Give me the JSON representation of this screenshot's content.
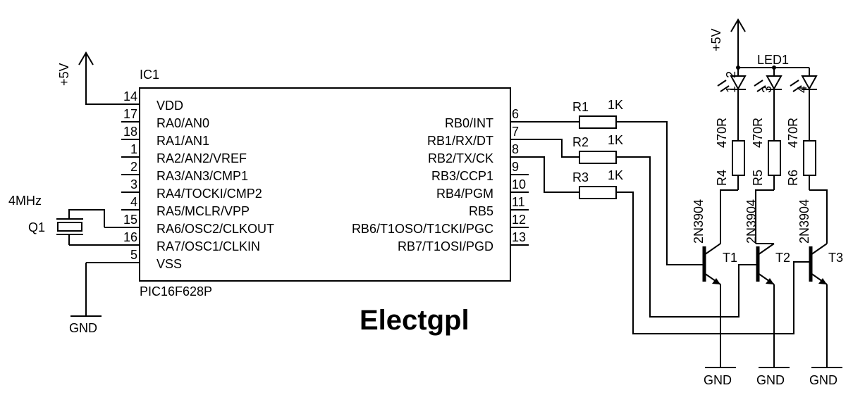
{
  "ic": {
    "ref": "IC1",
    "part": "PIC16F628P",
    "left_pins": [
      {
        "num": "14",
        "name": "VDD"
      },
      {
        "num": "17",
        "name": "RA0/AN0"
      },
      {
        "num": "18",
        "name": "RA1/AN1"
      },
      {
        "num": "1",
        "name": "RA2/AN2/VREF"
      },
      {
        "num": "2",
        "name": "RA3/AN3/CMP1"
      },
      {
        "num": "3",
        "name": "RA4/TOCKI/CMP2"
      },
      {
        "num": "4",
        "name": "RA5/MCLR/VPP"
      },
      {
        "num": "15",
        "name": "RA6/OSC2/CLKOUT"
      },
      {
        "num": "16",
        "name": "RA7/OSC1/CLKIN"
      },
      {
        "num": "5",
        "name": "VSS"
      }
    ],
    "right_pins": [
      {
        "num": "6",
        "name": "RB0/INT"
      },
      {
        "num": "7",
        "name": "RB1/RX/DT"
      },
      {
        "num": "8",
        "name": "RB2/TX/CK"
      },
      {
        "num": "9",
        "name": "RB3/CCP1"
      },
      {
        "num": "10",
        "name": "RB4/PGM"
      },
      {
        "num": "11",
        "name": "RB5"
      },
      {
        "num": "12",
        "name": "RB6/T1OSO/T1CKI/PGC"
      },
      {
        "num": "13",
        "name": "RB7/T1OSI/PGD"
      }
    ]
  },
  "power": {
    "vcc": "+5V",
    "gnd": "GND"
  },
  "crystal": {
    "ref": "Q1",
    "value": "4MHz"
  },
  "base_resistors": [
    {
      "ref": "R1",
      "value": "1K"
    },
    {
      "ref": "R2",
      "value": "1K"
    },
    {
      "ref": "R3",
      "value": "1K"
    }
  ],
  "led_resistors": [
    {
      "ref": "R4",
      "value": "470R"
    },
    {
      "ref": "R5",
      "value": "470R"
    },
    {
      "ref": "R6",
      "value": "470R"
    }
  ],
  "transistors": [
    {
      "ref": "T1",
      "part": "2N3904"
    },
    {
      "ref": "T2",
      "part": "2N3904"
    },
    {
      "ref": "T3",
      "part": "2N3904"
    }
  ],
  "led": {
    "ref": "LED1",
    "pins": [
      "2",
      "1",
      "3",
      "4"
    ]
  },
  "watermark": "Electgpl"
}
